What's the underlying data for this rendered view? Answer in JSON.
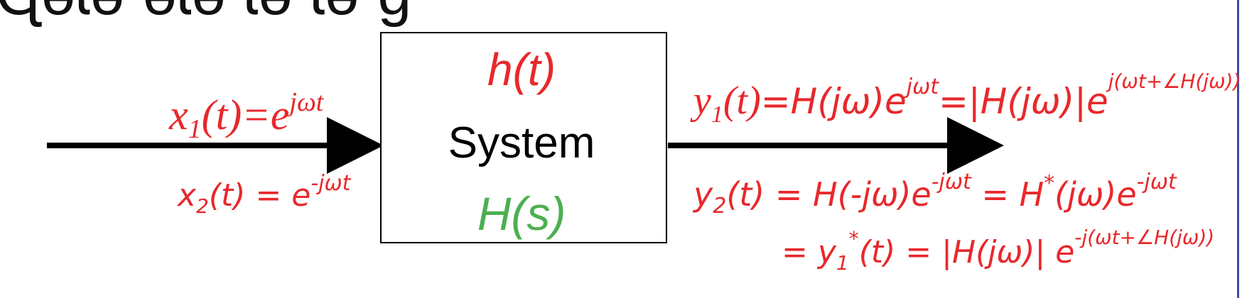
{
  "title_fragment": "Ɋǝɩǝ ǝɩǝ    ɩǝ ɩǝ ɡ",
  "diagram": {
    "block": {
      "impulse_response": "h(t)",
      "label": "System",
      "transfer_function": "H(s)"
    },
    "inputs": {
      "x1": "x1(t)=e^{jωt}",
      "x2": "x2(t) = e^{-jωt}"
    },
    "outputs": {
      "y1": "y1(t)=H(jω)e^{jωt} = |H(jω)|e^{j(ωt+∠H(jω))}",
      "y2_line1": "y2(t) = H(-jω)e^{-jωt} = H*(jω)e^{-jωt}",
      "y2_line2": "= y1*(t) = |H(jω)| e^{-j(ωt+∠H(jω))}"
    }
  },
  "colors": {
    "annotation": "#e8282b",
    "transfer": "#4caf50",
    "arrow": "#000000"
  }
}
